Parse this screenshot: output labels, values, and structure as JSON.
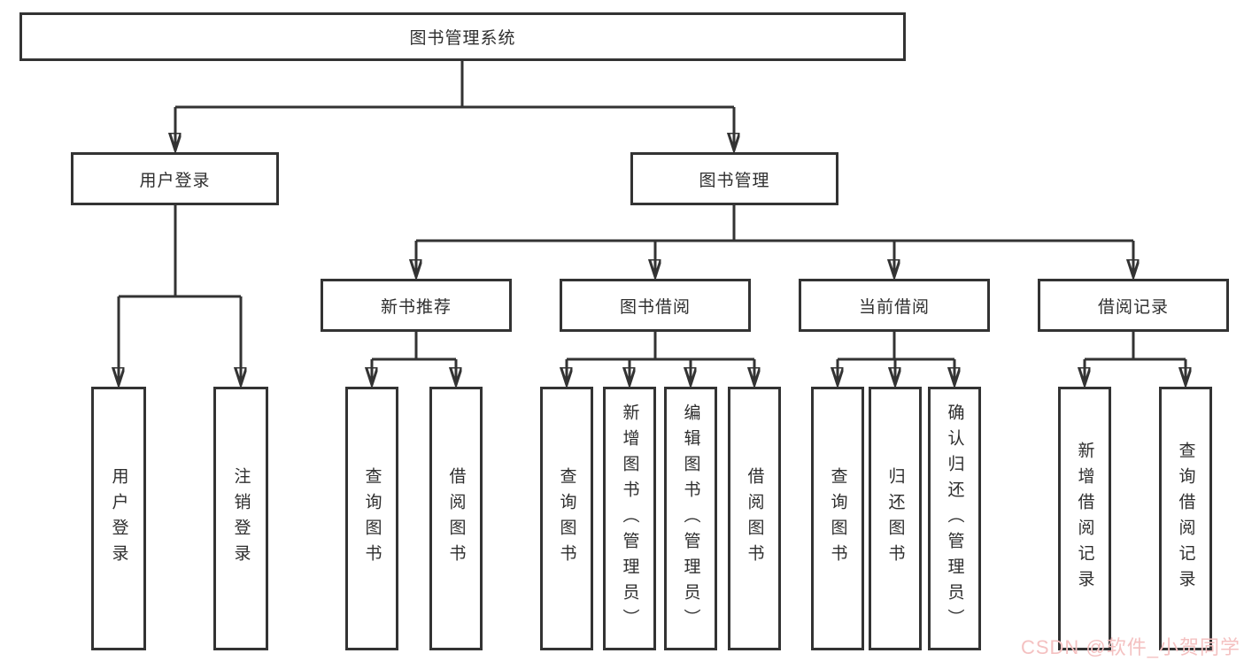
{
  "tree": {
    "root": {
      "label": "图书管理系统",
      "children": [
        {
          "label": "用户登录",
          "children": [
            {
              "label": "用户登录"
            },
            {
              "label": "注销登录"
            }
          ]
        },
        {
          "label": "图书管理",
          "children": [
            {
              "label": "新书推荐",
              "children": [
                {
                  "label": "查询图书"
                },
                {
                  "label": "借阅图书"
                }
              ]
            },
            {
              "label": "图书借阅",
              "children": [
                {
                  "label": "查询图书"
                },
                {
                  "label": "新增图书（管理员）"
                },
                {
                  "label": "编辑图书（管理员）"
                },
                {
                  "label": "借阅图书"
                }
              ]
            },
            {
              "label": "当前借阅",
              "children": [
                {
                  "label": "查询图书"
                },
                {
                  "label": "归还图书"
                },
                {
                  "label": "确认归还（管理员）"
                }
              ]
            },
            {
              "label": "借阅记录",
              "children": [
                {
                  "label": "新增借阅记录"
                },
                {
                  "label": "查询借阅记录"
                }
              ]
            }
          ]
        }
      ]
    }
  },
  "watermark": {
    "text": "CSDN @软件_小贺同学"
  },
  "colors": {
    "line": "#333333",
    "text": "#2e2e2e",
    "background": "#ffffff",
    "watermark": "#f4c1c1"
  }
}
